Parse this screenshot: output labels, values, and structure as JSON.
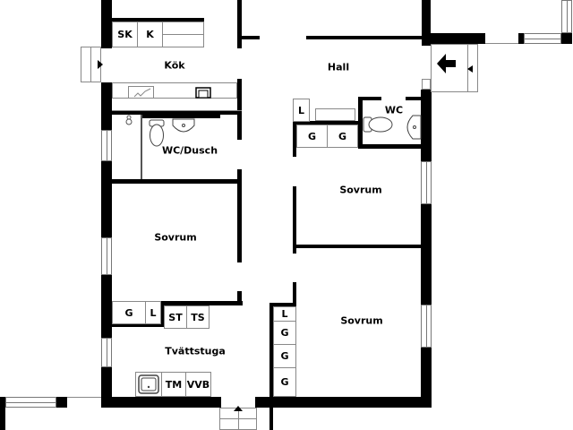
{
  "plan": {
    "rooms": [
      {
        "id": "kok",
        "label": "Kök"
      },
      {
        "id": "hall",
        "label": "Hall"
      },
      {
        "id": "wc",
        "label": "WC"
      },
      {
        "id": "wc_dusch",
        "label": "WC/Dusch"
      },
      {
        "id": "sovrum1",
        "label": "Sovrum"
      },
      {
        "id": "sovrum2",
        "label": "Sovrum"
      },
      {
        "id": "sovrum3",
        "label": "Sovrum"
      },
      {
        "id": "tvattstuga",
        "label": "Tvättstuga"
      }
    ],
    "fixtures": {
      "kok_sk": "SK",
      "kok_k": "K",
      "hall_l": "L",
      "hall_g1": "G",
      "hall_g2": "G",
      "tvatt_g": "G",
      "tvatt_l": "L",
      "tvatt_st": "ST",
      "tvatt_ts": "TS",
      "tvatt_tm": "TM",
      "tvatt_vvb": "VVB",
      "sov3_l": "L",
      "sov3_g1": "G",
      "sov3_g2": "G",
      "sov3_g3": "G"
    },
    "icons": [
      "entrance-arrow-icon",
      "door-arrow-icon",
      "toilet-icon",
      "sink-icon",
      "stair-arrow-icon"
    ],
    "colors": {
      "wall": "#000000",
      "background": "#ffffff",
      "thin_line": "#888888"
    }
  }
}
